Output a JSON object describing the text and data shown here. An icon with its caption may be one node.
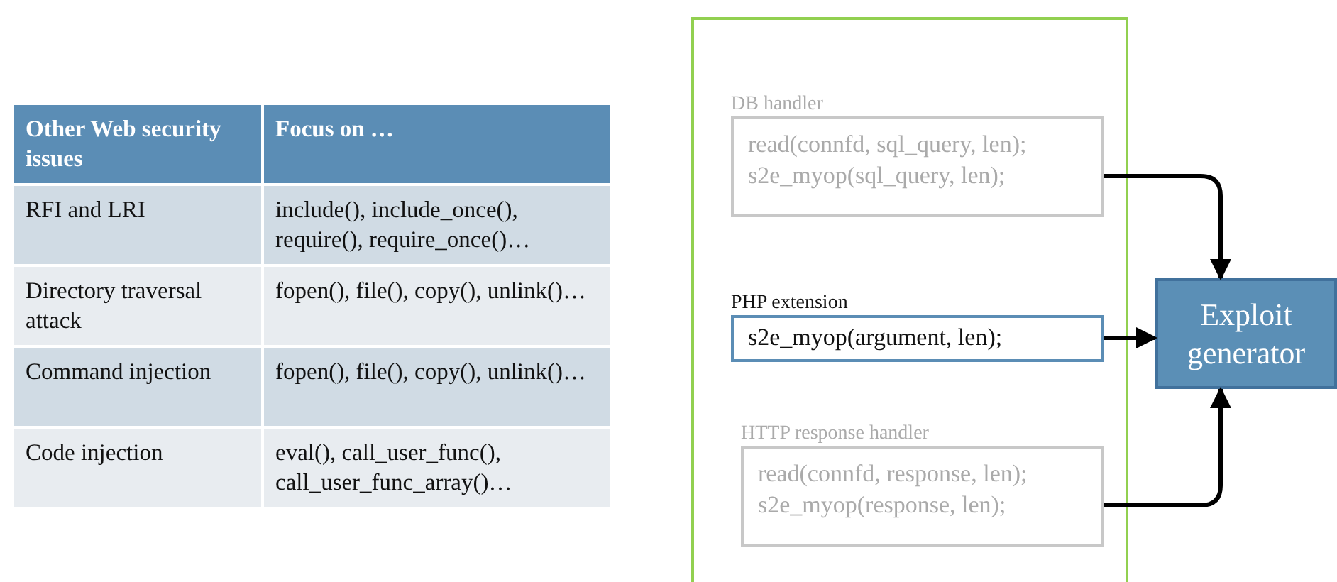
{
  "diagram": {
    "nodes": [
      {
        "text": [],
        "shape": "box"
      },
      {
        "text": [
          "DB handler",
          "read(connfd, sql_query, len);",
          "s2e_myop(sql_query, len);"
        ],
        "in": 0
      },
      {
        "text": [
          "PHP extension",
          "s2e_myop(argument, len);"
        ],
        "in": 0
      },
      {
        "text": [
          "HTTP response handler",
          "read(connfd, response, len);",
          "s2e_myop(response, len);"
        ],
        "in": 0
      },
      {
        "text": [
          "Exploit generator"
        ]
      }
    ],
    "edges": [
      {
        "from": 1,
        "to": 4,
        "arrow": "to"
      },
      {
        "from": 2,
        "to": 4,
        "arrow": "to"
      },
      {
        "from": 3,
        "to": 4,
        "arrow": "to"
      }
    ],
    "labels": [
      "Other Web security issues",
      "Focus on …",
      "RFI and LRI",
      "include(), include_once(), require(), require_once()…",
      "Directory traversal attack",
      "fopen(), file(), copy(), unlink()…",
      "Command injection",
      "fopen(), file(), copy(), unlink()…",
      "Code injection",
      "eval(), call_user_func(), call_user_func_array()…"
    ]
  }
}
